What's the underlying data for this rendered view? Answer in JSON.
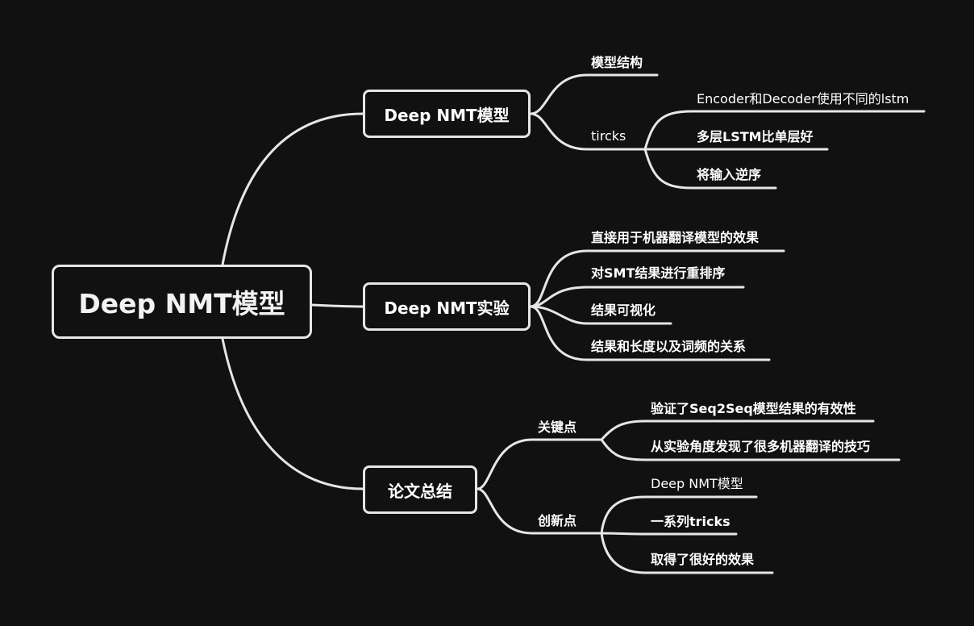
{
  "root": {
    "label": "Deep NMT模型"
  },
  "topics": [
    {
      "label": "Deep NMT模型",
      "children": [
        {
          "label": "模型结构"
        },
        {
          "label": "tircks",
          "children": [
            {
              "label": "Encoder和Decoder使用不同的lstm"
            },
            {
              "label": "多层LSTM比单层好"
            },
            {
              "label": "将输入逆序"
            }
          ]
        }
      ]
    },
    {
      "label": "Deep NMT实验",
      "children": [
        {
          "label": "直接用于机器翻译模型的效果"
        },
        {
          "label": "对SMT结果进行重排序"
        },
        {
          "label": "结果可视化"
        },
        {
          "label": "结果和长度以及词频的关系"
        }
      ]
    },
    {
      "label": "论文总结",
      "children": [
        {
          "label": "关键点",
          "children": [
            {
              "label": "验证了Seq2Seq模型结果的有效性"
            },
            {
              "label": "从实验角度发现了很多机器翻译的技巧"
            }
          ]
        },
        {
          "label": "创新点",
          "children": [
            {
              "label": "Deep NMT模型"
            },
            {
              "label": "一系列tricks"
            },
            {
              "label": "取得了很好的效果"
            }
          ]
        }
      ]
    }
  ],
  "colors": {
    "background": "#111111",
    "line": "#e6e6e6",
    "text": "#ffffff"
  }
}
